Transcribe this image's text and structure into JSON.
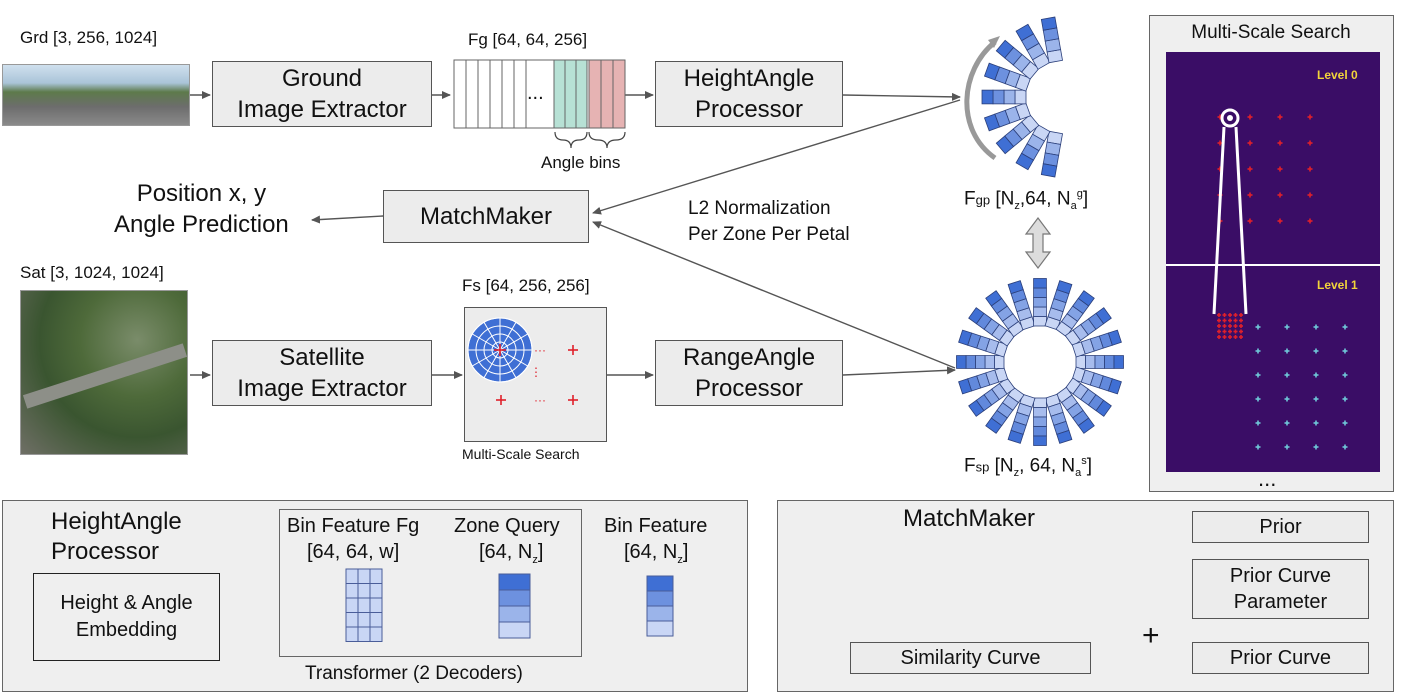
{
  "inputs": {
    "grd_label": "Grd [3, 256, 1024]",
    "sat_label": "Sat [3, 1024, 1024]"
  },
  "blocks": {
    "ground_extractor": "Ground\nImage Extractor",
    "height_angle_processor": "HeightAngle\nProcessor",
    "matchmaker": "MatchMaker",
    "satellite_extractor": "Satellite\nImage Extractor",
    "range_angle_processor": "RangeAngle\nProcessor"
  },
  "features": {
    "fg_label": "Fg [64, 64, 256]",
    "fg_ellipsis": "...",
    "angle_bins": "Angle bins",
    "fs_label": "Fs [64, 256, 256]",
    "multiscale_caption": "Multi-Scale Search",
    "fgp": {
      "main": "F",
      "small": "gp",
      "text1": " [N",
      "sub1": "z",
      "text2": ",64, N",
      "sub2": "a",
      "sup": "g",
      "text3": "]"
    },
    "fsp": {
      "main": "F",
      "small": "sp",
      "text1": " [N",
      "sub1": "z",
      "text2": ", 64, N",
      "sub2": "a",
      "sup": "s",
      "text3": "]"
    }
  },
  "outputs": {
    "prediction": "Position x, y\nAngle Prediction",
    "normalization": "L2 Normalization\nPer Zone Per Petal"
  },
  "multi_scale_panel": {
    "title": "Multi-Scale Search",
    "level0": "Level 0",
    "level1": "Level 1",
    "more": "...",
    "bg_color": "#3a0d66",
    "level_color": "#f2d33a"
  },
  "height_angle_panel": {
    "title": "HeightAngle\nProcessor",
    "embedding": "Height & Angle\nEmbedding",
    "bin_feature_fg": "Bin Feature Fg",
    "bin_feature_fg_dims": "[64, 64, w]",
    "zone_query": "Zone Query",
    "zone_query_dims": {
      "text": "[64, N",
      "sub": "z",
      "end": "]"
    },
    "bin_feature": "Bin Feature",
    "bin_feature_dims": {
      "text": "[64, N",
      "sub": "z",
      "end": "]"
    },
    "transformer": "Transformer (2 Decoders)"
  },
  "matchmaker_panel": {
    "title": "MatchMaker",
    "prior": "Prior",
    "prior_curve_parameter": "Prior Curve\nParameter",
    "similarity_curve": "Similarity Curve",
    "prior_curve": "Prior Curve",
    "plus": "+"
  },
  "colors": {
    "block_fill": "#ececec",
    "petal_dark": "#3f6fd4",
    "petal_light": "#c9d6f5",
    "fg_teal": "#b7e1d5",
    "fg_pink": "#e6b3b3",
    "red_marker": "#e0202a"
  }
}
